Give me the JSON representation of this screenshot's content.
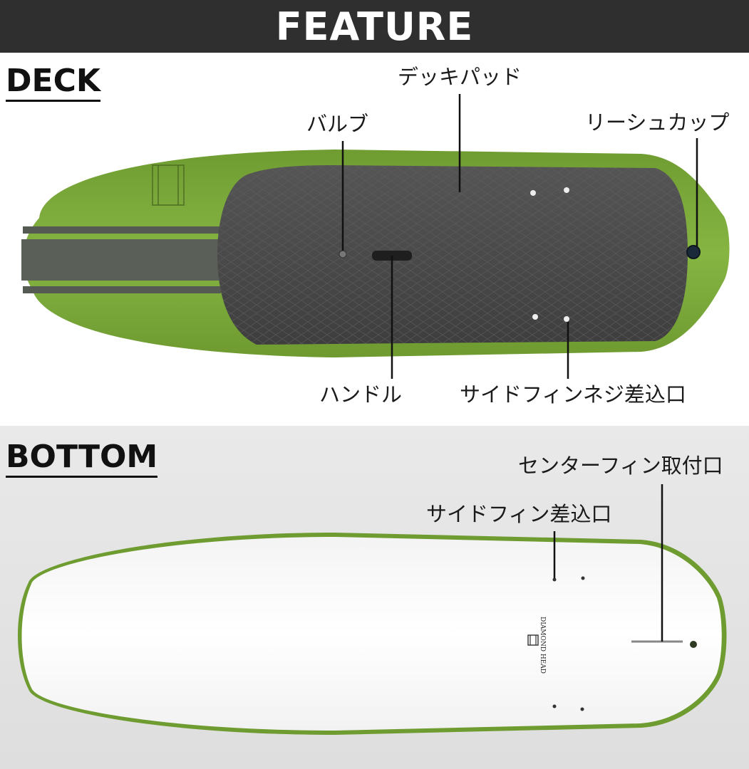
{
  "header": {
    "title": "FEATURE"
  },
  "deck": {
    "title": "DECK",
    "labels": {
      "deck_pad": "デッキパッド",
      "valve": "バルブ",
      "leash_cup": "リーシュカップ",
      "handle": "ハンドル",
      "side_fin_screw": "サイドフィンネジ差込口"
    },
    "colors": {
      "board": "#7aa83a",
      "pad": "#4a4a4a",
      "stripe": "#555a52"
    }
  },
  "bottom": {
    "title": "BOTTOM",
    "labels": {
      "center_fin_mount": "センターフィン取付口",
      "side_fin_slot": "サイドフィン差込口"
    },
    "logo": {
      "text": "DIAMOND HEAD"
    },
    "colors": {
      "board": "#fafafa",
      "rail": "#7aa83a"
    }
  }
}
